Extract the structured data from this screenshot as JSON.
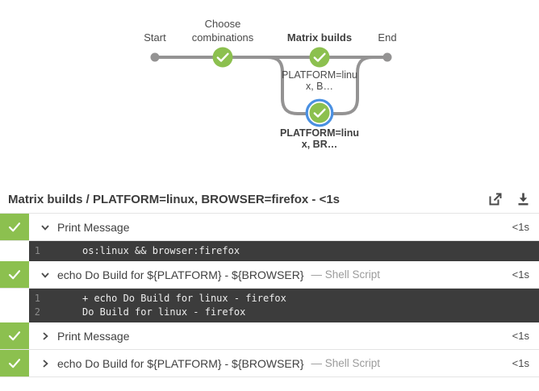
{
  "colors": {
    "success_green": "#8cc04f",
    "edge_gray": "#949393",
    "selected_ring_blue": "#4a90e2",
    "console_bg": "#3c3c3c"
  },
  "graph": {
    "stage_labels": {
      "start": "Start",
      "choose_line1": "Choose",
      "choose_line2": "combinations",
      "matrix": "Matrix builds",
      "end": "End"
    },
    "branch_labels": {
      "b1_line1": "PLATFORM=linu",
      "b1_line2": "x, B…",
      "b2_line1": "PLATFORM=linu",
      "b2_line2": "x, BR…"
    }
  },
  "result_header": {
    "title": "Matrix builds / PLATFORM=linux, BROWSER=firefox - <1s",
    "open_icon": "external-link",
    "download_icon": "download"
  },
  "steps": [
    {
      "label": "Print Message",
      "meta": "",
      "duration": "<1s",
      "expanded": true,
      "log": [
        {
          "num": "1",
          "text": "os:linux && browser:firefox"
        }
      ]
    },
    {
      "label": "echo Do Build for ${PLATFORM} - ${BROWSER}",
      "meta": "— Shell Script",
      "duration": "<1s",
      "expanded": true,
      "log": [
        {
          "num": "1",
          "text": "+ echo Do Build for linux - firefox"
        },
        {
          "num": "2",
          "text": "Do Build for linux - firefox"
        }
      ]
    },
    {
      "label": "Print Message",
      "meta": "",
      "duration": "<1s",
      "expanded": false,
      "log": []
    },
    {
      "label": "echo Do Build for ${PLATFORM} - ${BROWSER}",
      "meta": "— Shell Script",
      "duration": "<1s",
      "expanded": false,
      "log": []
    }
  ]
}
